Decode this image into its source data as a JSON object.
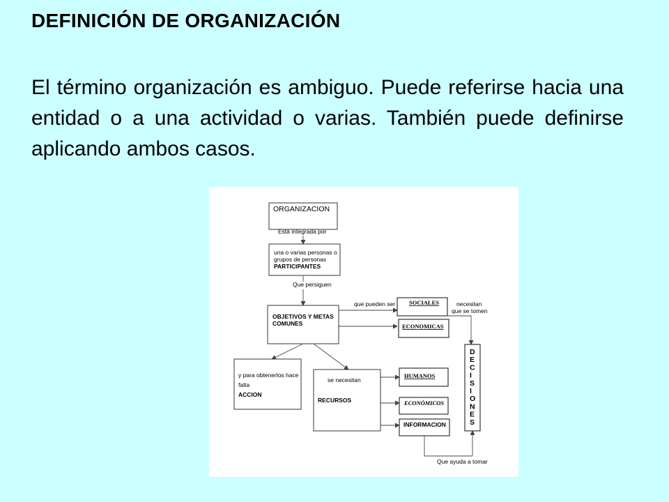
{
  "slide": {
    "title": "DEFINICIÓN DE ORGANIZACIÓN",
    "body": "El término organización es ambiguo. Puede referirse hacia una entidad o a una actividad o varias. También puede definirse aplicando ambos casos."
  },
  "diagram": {
    "organizacion": "ORGANIZACION",
    "esta_integrada_por": "Está integrada  por",
    "participantes_line1": "una o varias personas o",
    "participantes_line2": "grupos de personas",
    "participantes_title": "PARTICIPANTES",
    "que_persiguen": "Que persiguen",
    "objetivos_line1": "OBJETIVOS Y METAS",
    "objetivos_line2": "COMUNES",
    "que_pueden_ser": "que pueden ser",
    "sociales": "SOCIALES",
    "economicas": "ECONOMICAS",
    "necesitan": "necesitan",
    "que_se_tomen": "que se tomen",
    "decisiones_letters": [
      "D",
      "E",
      "C",
      "I",
      "S",
      "I",
      "O",
      "N",
      "E",
      "S"
    ],
    "accion_line1": "y para obtenerlos hace",
    "accion_line2": "falta",
    "accion_title": "ACCION",
    "se_necesitan": "se necesitan",
    "recursos": "RECURSOS",
    "humanos": "HUMANOS",
    "economicos": "ECONÓMICOS",
    "informacion": "INFORMACION",
    "que_ayuda_a_tomar": "Que ayuda a tomar"
  }
}
